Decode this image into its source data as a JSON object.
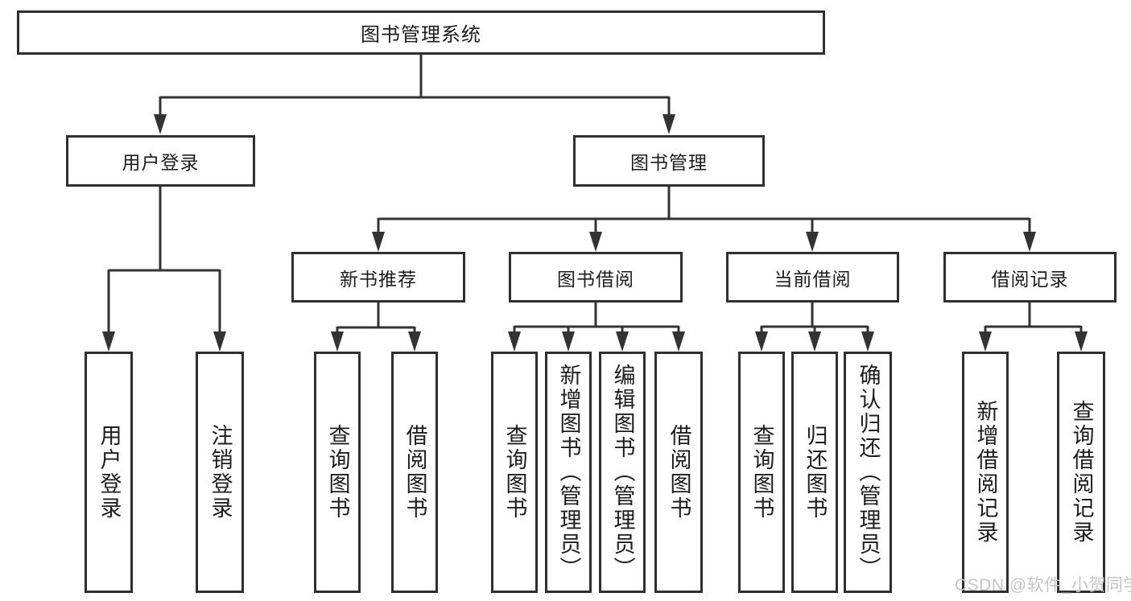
{
  "diagram": {
    "root": {
      "label": "图书管理系统"
    },
    "level2": [
      {
        "label": "用户登录",
        "children": [
          {
            "label": "用户登录"
          },
          {
            "label": "注销登录"
          }
        ]
      },
      {
        "label": "图书管理"
      }
    ],
    "level3": [
      {
        "label": "新书推荐",
        "children": [
          {
            "label": "查询图书"
          },
          {
            "label": "借阅图书"
          }
        ]
      },
      {
        "label": "图书借阅",
        "children": [
          {
            "label": "查询图书"
          },
          {
            "label": "新增图书（管理员）"
          },
          {
            "label": "编辑图书（管理员）"
          },
          {
            "label": "借阅图书"
          }
        ]
      },
      {
        "label": "当前借阅",
        "children": [
          {
            "label": "查询图书"
          },
          {
            "label": "归还图书"
          },
          {
            "label": "确认归还（管理员）"
          }
        ]
      },
      {
        "label": "借阅记录",
        "children": [
          {
            "label": "新增借阅记录"
          },
          {
            "label": "查询借阅记录"
          }
        ]
      }
    ]
  },
  "watermark": {
    "text": "CSDN @软件_小贺同学"
  },
  "colors": {
    "background": "#ffffff",
    "box_border": "#2f2f2f",
    "line": "#333333",
    "text": "#1d1d1d",
    "watermark": "#c5c5c5"
  }
}
